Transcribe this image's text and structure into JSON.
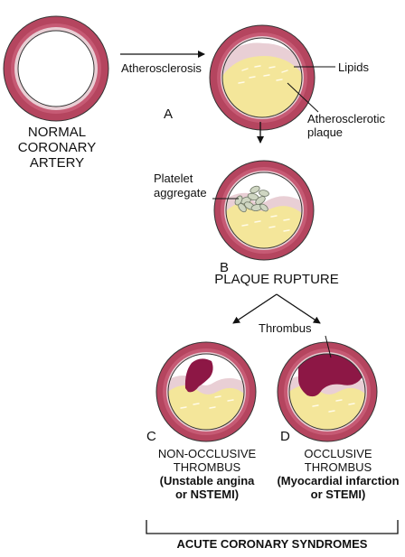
{
  "colors": {
    "vessel_wall": "#b5455f",
    "vessel_wall_inner": "#c65a74",
    "intima": "#e9cfd5",
    "lipid_core": "#f4e69a",
    "thrombus": "#8d1745",
    "platelets": "#cfd6c2"
  },
  "labels": {
    "normal": [
      "NORMAL",
      "CORONARY",
      "ARTERY"
    ],
    "atherosclerosis": "Atherosclerosis",
    "lipids": "Lipids",
    "plaque": [
      "Atherosclerotic",
      "plaque"
    ],
    "platelet": [
      "Platelet",
      "aggregate"
    ],
    "thrombus": "Thrombus",
    "letter_a": "A",
    "letter_b": "B",
    "letter_c": "C",
    "letter_d": "D",
    "plaque_rupture": "PLAQUE RUPTURE",
    "c_caption": [
      "NON-OCCLUSIVE",
      "THROMBUS"
    ],
    "c_caption_bold": [
      "(Unstable angina",
      "or NSTEMI)"
    ],
    "d_caption": [
      "OCCLUSIVE",
      "THROMBUS"
    ],
    "d_caption_bold": [
      "(Myocardial infarction",
      "or STEMI)"
    ],
    "acs": "ACUTE CORONARY SYNDROMES"
  }
}
